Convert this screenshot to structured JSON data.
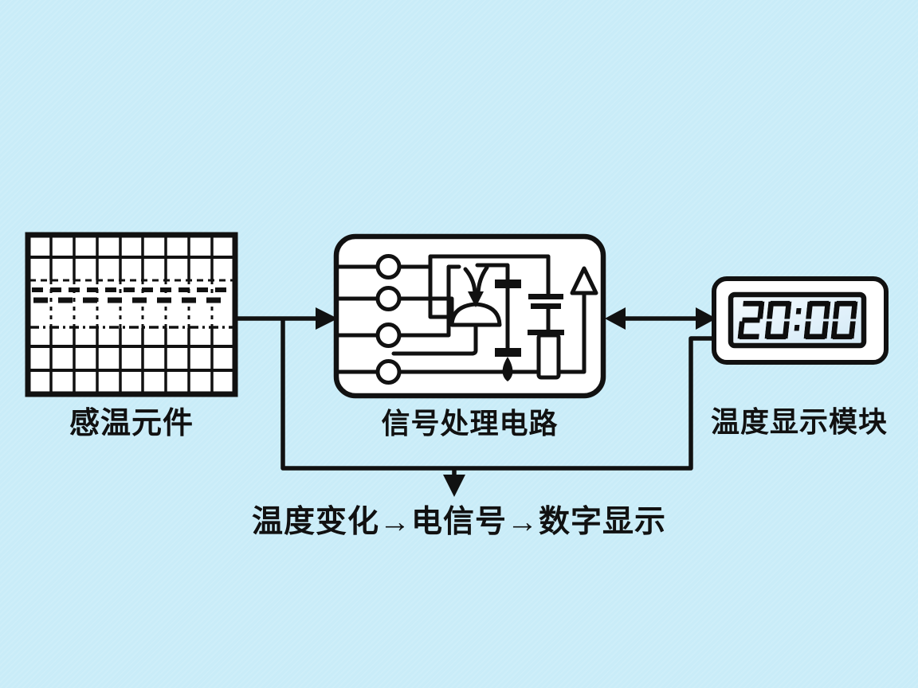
{
  "colors": {
    "background": "#c9ecf8",
    "ink": "#111111",
    "panel_fill": "#ffffff",
    "lcd_fill": "#e6f3fb"
  },
  "nodes": {
    "sensor": {
      "label": "感温元件"
    },
    "circuit": {
      "label": "信号处理电路"
    },
    "display": {
      "label": "温度显示模块",
      "value": "20:00"
    }
  },
  "caption": {
    "text": "温度变化→电信号→数字显示"
  }
}
